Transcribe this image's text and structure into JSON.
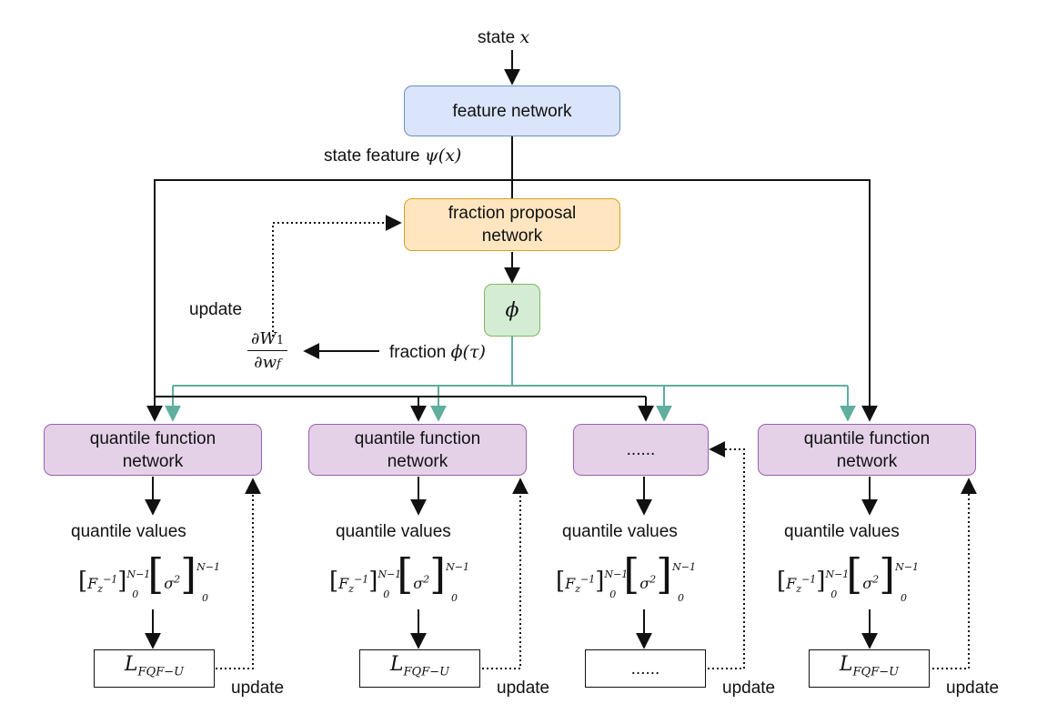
{
  "labels": {
    "state_input": "state",
    "state_var": "x",
    "state_feature": "state feature",
    "state_feature_fn": "ψ(x)",
    "update": "update",
    "fraction": "fraction",
    "fraction_fn": "ϕ(τ)",
    "grad_num": "∂W",
    "grad_num_sub": "1",
    "grad_den": "∂w",
    "grad_den_sub": "f"
  },
  "nodes": {
    "feature_network": "feature network",
    "fraction_proposal_line1": "fraction proposal",
    "fraction_proposal_line2": "network",
    "phi_symbol": "ϕ"
  },
  "columns": [
    {
      "qfn_line1": "quantile function",
      "qfn_line2": "network",
      "values_label": "quantile values",
      "loss_main": "L",
      "loss_sub": "FQF−U",
      "update": "update"
    },
    {
      "qfn_line1": "quantile function",
      "qfn_line2": "network",
      "values_label": "quantile values",
      "loss_main": "L",
      "loss_sub": "FQF−U",
      "update": "update"
    },
    {
      "qfn_line1": "......",
      "qfn_line2": "",
      "values_label": "quantile values",
      "loss_main": "......",
      "loss_sub": "",
      "update": "update"
    },
    {
      "qfn_line1": "quantile function",
      "qfn_line2": "network",
      "values_label": "quantile values",
      "loss_main": "L",
      "loss_sub": "FQF−U",
      "update": "update"
    }
  ],
  "quantile_expr": {
    "F": "F",
    "z_sub": "z",
    "inv_sup": "−1",
    "upper": "N−1",
    "lower": "0",
    "sigma": "σ",
    "sigma_sup": "2"
  },
  "colors": {
    "feature_fill": "#dae4fb",
    "fraction_fill": "#ffe6c0",
    "phi_fill": "#d4ecd4",
    "qfn_fill": "#e4d1e8",
    "teal_arrow": "#5fae9e",
    "black_arrow": "#111111"
  }
}
